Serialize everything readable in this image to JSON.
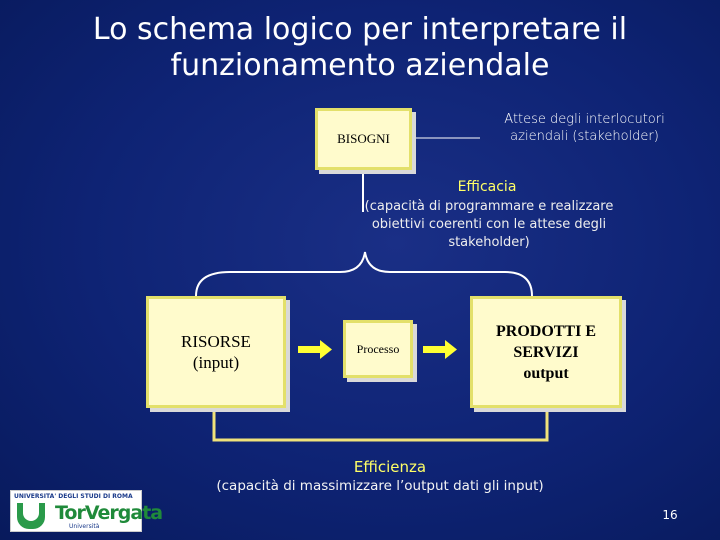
{
  "slide": {
    "title": "Lo schema logico per interpretare il funzionamento aziendale",
    "page_number": "16"
  },
  "boxes": {
    "bisogni": "BISOGNI",
    "risorse_line1": "RISORSE",
    "risorse_line2": "(input)",
    "processo": "Processo",
    "prodotti_line1": "PRODOTTI E",
    "prodotti_line2": "SERVIZI",
    "prodotti_line3": "output"
  },
  "labels": {
    "stakeholder": "Attese degli interlocutori aziendali (stakeholder)",
    "efficacia_title": "Efficacia",
    "efficacia_desc": "(capacità di programmare e realizzare obiettivi coerenti con le attese degli stakeholder)",
    "efficienza_title": "Efficienza",
    "efficienza_desc": "(capacità di massimizzare l’output dati gli input)"
  },
  "logo": {
    "top_text": "UNIVERSITA' DEGLI STUDI DI ROMA",
    "main_text": "TorVergata",
    "sub_text": "Università"
  },
  "colors": {
    "background": "#0b1f6e",
    "box_fill": "#fffbcc",
    "box_border": "#e3e06a",
    "arrow": "#ffff33",
    "connector": "#f0e27a"
  }
}
